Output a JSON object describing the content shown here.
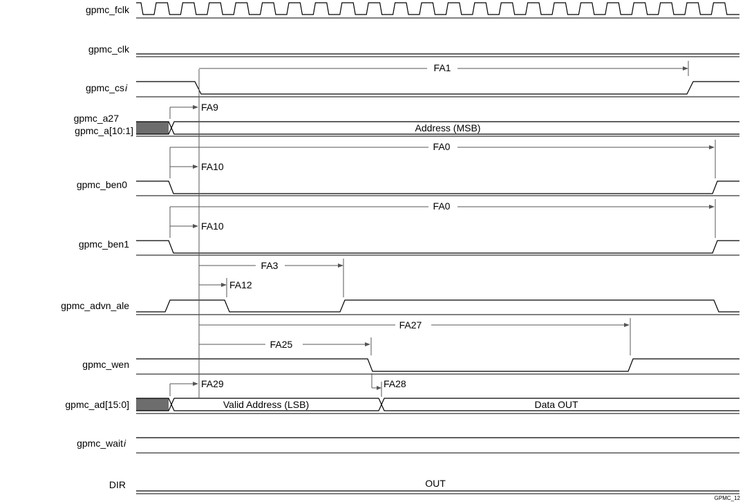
{
  "signals": [
    {
      "id": "fclk",
      "label": "gpmc_fclk"
    },
    {
      "id": "clk",
      "label": "gpmc_clk"
    },
    {
      "id": "csi",
      "label": "gpmc_cs"
    },
    {
      "id": "a27",
      "label": "gpmc_a27"
    },
    {
      "id": "a101",
      "label": "gpmc_a[10:1]"
    },
    {
      "id": "ben0",
      "label": "gpmc_ben0"
    },
    {
      "id": "ben1",
      "label": "gpmc_ben1"
    },
    {
      "id": "advn",
      "label": "gpmc_advn_ale"
    },
    {
      "id": "wen",
      "label": "gpmc_wen"
    },
    {
      "id": "ad",
      "label": "gpmc_ad[15:0]"
    },
    {
      "id": "wait",
      "label": "gpmc_wait"
    },
    {
      "id": "dir",
      "label": "DIR"
    }
  ],
  "csi_suffix": "i",
  "wait_suffix": "i",
  "bus_values": {
    "address_msb": "Address (MSB)",
    "valid_address_lsb": "Valid Address (LSB)",
    "data_out": "Data OUT",
    "dir_out": "OUT"
  },
  "params": {
    "fa1": "FA1",
    "fa9": "FA9",
    "fa0_ben0": "FA0",
    "fa10_ben0": "FA10",
    "fa0_ben1": "FA0",
    "fa10_ben1": "FA10",
    "fa3": "FA3",
    "fa12": "FA12",
    "fa27": "FA27",
    "fa25": "FA25",
    "fa29": "FA29",
    "fa28": "FA28"
  },
  "footer": "GPMC_12",
  "colors": {
    "undefined_fill": "#6d6d6d"
  }
}
